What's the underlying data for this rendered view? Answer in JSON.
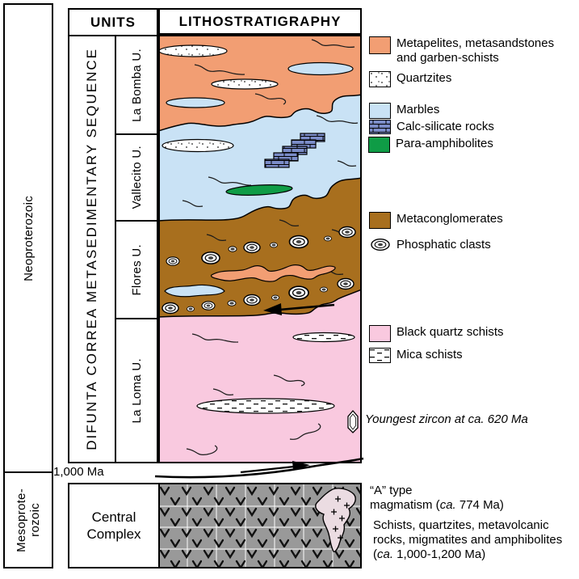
{
  "eras": {
    "top": "Neoproterozoic",
    "bottom_line1": "Mesoprote-",
    "bottom_line2": "rozoic"
  },
  "headers": {
    "units": "UNITS",
    "lithostratigraphy": "LITHOSTRATIGRAPHY"
  },
  "sequence_label": "DIFUNTA CORREA METASEDIMENTARY SEQUENCE",
  "units": {
    "u1": "La Bomba U.",
    "u2": "Vallecito U.",
    "u3": "Flores U.",
    "u4": "La Loma U."
  },
  "basement": {
    "name": "Central Complex",
    "boundary_age": "1,000 Ma"
  },
  "annotations": {
    "zircon_note": "Youngest zircon at ca. 620 Ma",
    "a_type_line1": "“A” type",
    "a_type_pre": "magmatism (",
    "a_type_italic": "ca.",
    "a_type_post": " 774 Ma)",
    "basement_desc_pre": "Schists, quartzites, metavolcanic rocks, migmatites and amphibolites (",
    "basement_desc_italic": "ca.",
    "basement_desc_post": " 1,000-1,200 Ma)"
  },
  "legend": {
    "metapelites": "Metapelites, metasandstones and garben-schists",
    "quartzites": "Quartzites",
    "marbles": "Marbles",
    "calc_silicate": "Calc-silicate rocks",
    "para_amphibolites": "Para-amphibolites",
    "metaconglomerates": "Metaconglomerates",
    "phosphatic_clasts": "Phosphatic clasts",
    "black_quartz_schists": "Black quartz schists",
    "mica_schists": "Mica schists"
  },
  "colors": {
    "metapelites": "#F29E73",
    "quartzite": "#FFFFFF",
    "marble": "#C9E2F5",
    "calc_silicate": "#7B8CC8",
    "para_amphibolite": "#0F9C46",
    "metaconglomerate": "#A86F1E",
    "black_quartz_schist": "#F9C9DF",
    "mica_schist": "#FFFFFF",
    "basement_gray": "#999999",
    "intrusion": "#EBDCE2"
  }
}
